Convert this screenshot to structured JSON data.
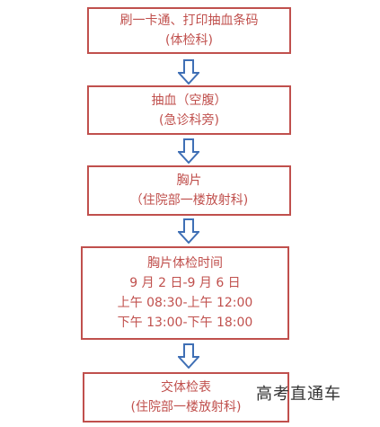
{
  "colors": {
    "box_border": "#c0504d",
    "text": "#c0504d",
    "arrow_stroke": "#3f6fb5",
    "watermark": "#333333"
  },
  "steps": [
    {
      "lines": [
        "刷一卡通、打印抽血条码",
        "(体检科)"
      ]
    },
    {
      "lines": [
        "抽血（空腹）",
        "(急诊科旁)"
      ]
    },
    {
      "lines": [
        "胸片",
        "（住院部一楼放射科)"
      ]
    },
    {
      "lines": [
        "胸片体检时间",
        "9 月 2 日-9 月 6 日",
        "上午 08:30-上午 12:00",
        "下午 13:00-下午 18:00"
      ]
    },
    {
      "lines": [
        "交体检表",
        "(住院部一楼放射科)"
      ]
    }
  ],
  "arrow_icon": "down-arrow-outline-icon",
  "watermark": "高考直通车"
}
